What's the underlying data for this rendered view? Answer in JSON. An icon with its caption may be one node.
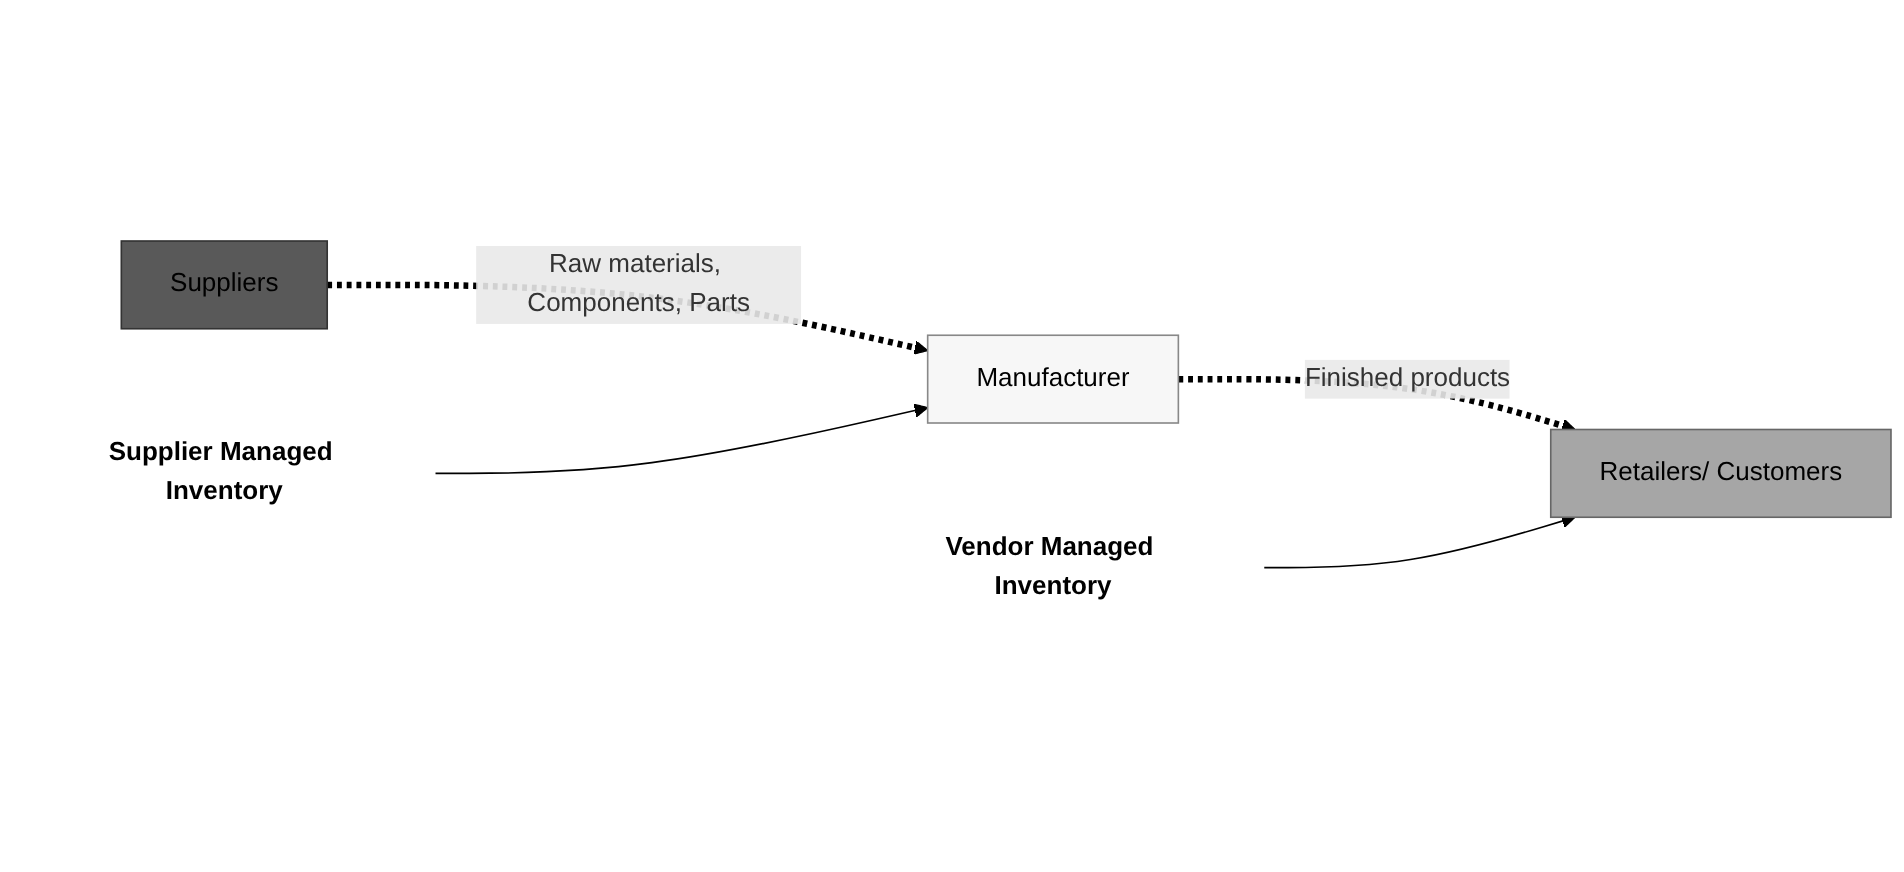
{
  "diagram": {
    "nodes": [
      {
        "text": [
          "Suppliers"
        ]
      },
      {
        "text": [
          "Manufacturer"
        ]
      },
      {
        "text": [
          "Retailers/ Customers"
        ]
      },
      {
        "text": [
          "Supplier Managed Inventory"
        ]
      },
      {
        "text": [
          "Vendor Managed Inventory"
        ]
      }
    ],
    "edges": [
      {
        "from": 0,
        "to": 1,
        "arrow": "to",
        "label": "Raw materials, Components, Parts",
        "style": "dashed"
      },
      {
        "from": 1,
        "to": 2,
        "arrow": "to",
        "label": "Finished products",
        "style": "dashed"
      },
      {
        "from": 3,
        "to": 1,
        "arrow": "to"
      },
      {
        "from": 4,
        "to": 2,
        "arrow": "to"
      }
    ]
  }
}
